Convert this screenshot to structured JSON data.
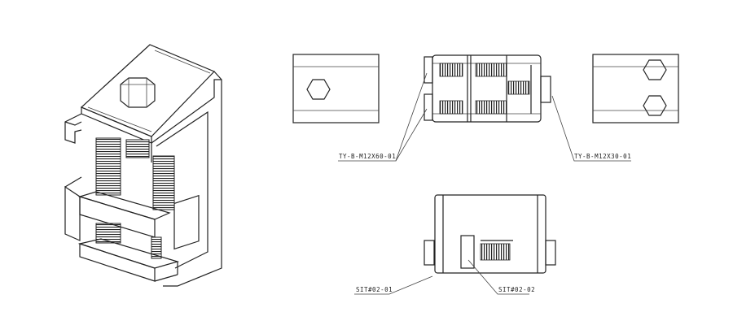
{
  "callouts": {
    "bolt_long": "TY-B-M12X60-01",
    "bolt_short": "TY-B-M12X30-01",
    "part_a": "SIT#02-01",
    "part_b": "SIT#02-02"
  }
}
